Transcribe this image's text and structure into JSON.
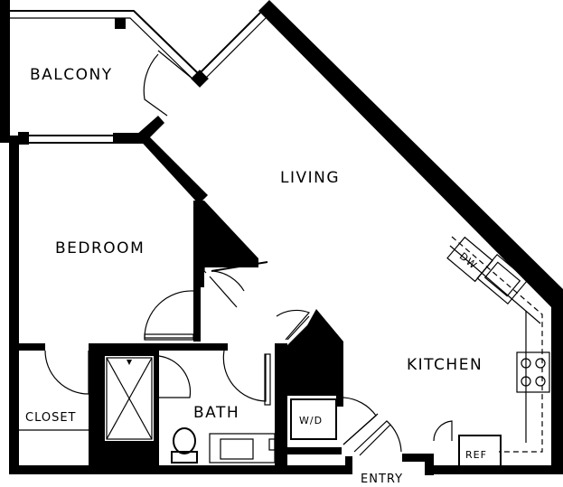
{
  "rooms": {
    "balcony": "BALCONY",
    "living": "LIVING",
    "bedroom": "BEDROOM",
    "kitchen": "KITCHEN",
    "closet": "CLOSET",
    "bath": "BATH",
    "entry": "ENTRY"
  },
  "appliances": {
    "dishwasher": "DW",
    "washer_dryer": "W/D",
    "refrigerator": "REF"
  }
}
